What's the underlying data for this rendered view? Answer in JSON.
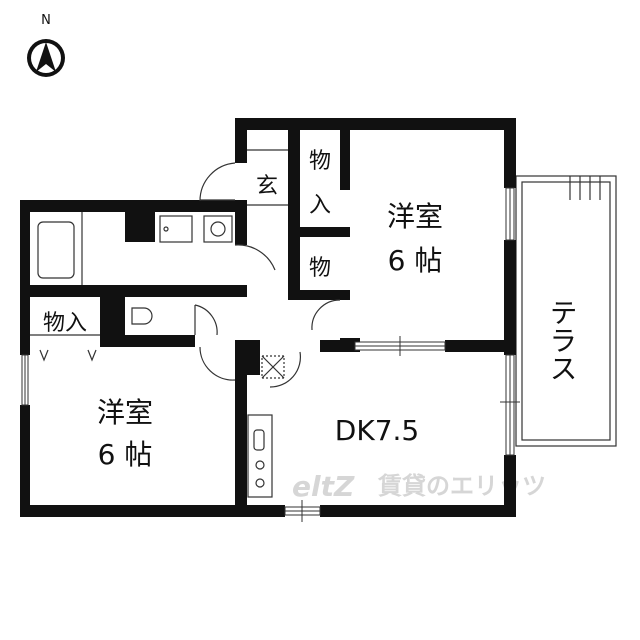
{
  "compass": {
    "label": "N"
  },
  "rooms": {
    "bedroom_north": {
      "line1": "洋室",
      "line2": "6 帖"
    },
    "bedroom_south": {
      "line1": "洋室",
      "line2": "6 帖"
    },
    "dining_kitchen": {
      "label": "DK7.5"
    },
    "terrace": {
      "label": "テラス"
    },
    "entrance": {
      "label": "玄"
    },
    "closet_large": {
      "line1": "物",
      "line2": "入"
    },
    "closet_small": {
      "label": "物"
    },
    "closet_west": {
      "label": "物入"
    }
  },
  "watermark": {
    "logo": "eltZ",
    "text": "賃貸のエリッツ"
  },
  "colors": {
    "wall": "#111111",
    "line": "#333333",
    "watermark": "#d6d6d6"
  }
}
